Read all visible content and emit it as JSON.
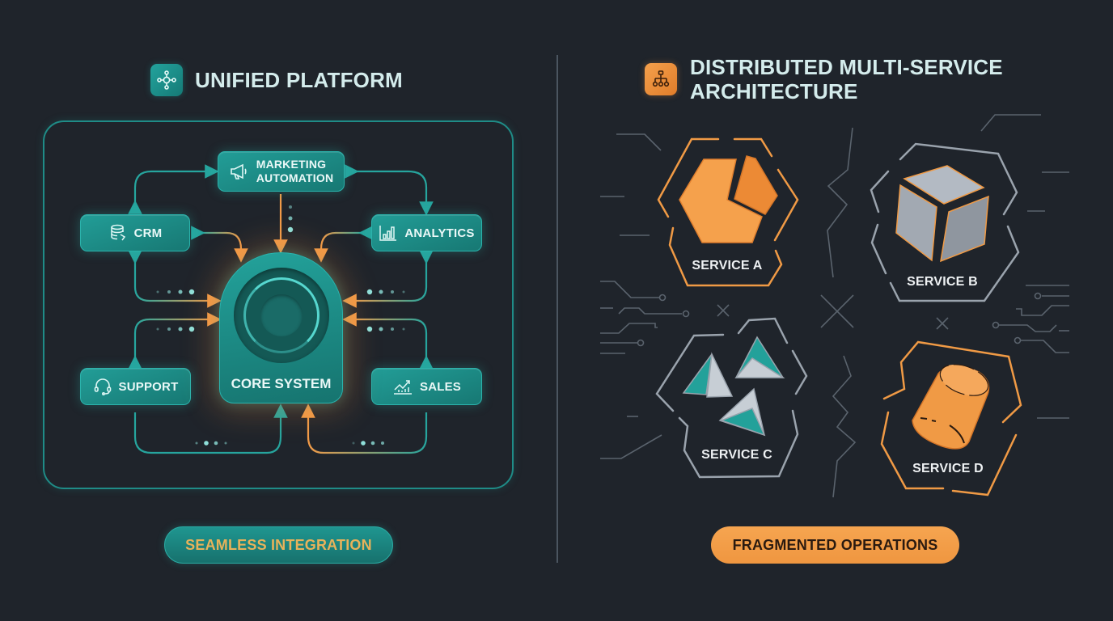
{
  "left": {
    "header": {
      "title": "UNIFIED PLATFORM",
      "icon": "network-hub-icon"
    },
    "nodes": {
      "marketing": {
        "line1": "MARKETING",
        "line2": "AUTOMATION",
        "icon": "megaphone-icon"
      },
      "crm": {
        "label": "CRM",
        "icon": "database-icon"
      },
      "analytics": {
        "label": "ANALYTICS",
        "icon": "bar-chart-icon"
      },
      "support": {
        "label": "SUPPORT",
        "icon": "headset-icon"
      },
      "sales": {
        "label": "SALES",
        "icon": "trend-chart-icon"
      },
      "core": {
        "label": "CORE SYSTEM"
      }
    },
    "footer_pill": "SEAMLESS INTEGRATION"
  },
  "right": {
    "header": {
      "line1": "DISTRIBUTED MULTI-SERVICE",
      "line2": "ARCHITECTURE",
      "icon": "hierarchy-icon"
    },
    "services": [
      {
        "label": "SERVICE A",
        "shape": "fractured-hexagon"
      },
      {
        "label": "SERVICE B",
        "shape": "split-cube"
      },
      {
        "label": "SERVICE C",
        "shape": "scattered-triangles"
      },
      {
        "label": "SERVICE D",
        "shape": "broken-cylinder"
      }
    ],
    "footer_pill": "FRAGMENTED OPERATIONS"
  },
  "colors": {
    "background": "#1f242b",
    "teal": "#1f9690",
    "teal_light": "#56d7cf",
    "orange": "#f09a45",
    "gray_line": "#5d6670",
    "label_gold": "#e8b25a"
  }
}
